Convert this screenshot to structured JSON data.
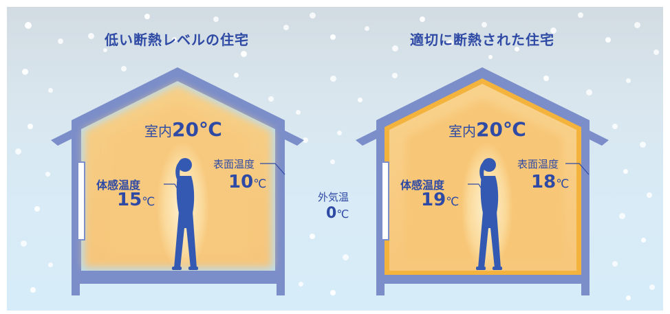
{
  "left_house": {
    "title": "低い断熱レベルの住宅",
    "room_label": "室内",
    "room_temp": "20℃",
    "surface_label": "表面温度",
    "surface_temp": "10",
    "surface_unit": "℃",
    "feel_label": "体感温度",
    "feel_temp": "15",
    "feel_unit": "℃"
  },
  "right_house": {
    "title": "適切に断熱された住宅",
    "room_label": "室内",
    "room_temp": "20℃",
    "surface_label": "表面温度",
    "surface_temp": "18",
    "surface_unit": "℃",
    "feel_label": "体感温度",
    "feel_temp": "19",
    "feel_unit": "℃"
  },
  "outside": {
    "label": "外気温",
    "temp": "0",
    "unit": "℃"
  },
  "colors": {
    "house_frame": "#7b8ec9",
    "insulation": "#f3b33c",
    "text": "#2f4aa5",
    "person": "#3459b3"
  }
}
